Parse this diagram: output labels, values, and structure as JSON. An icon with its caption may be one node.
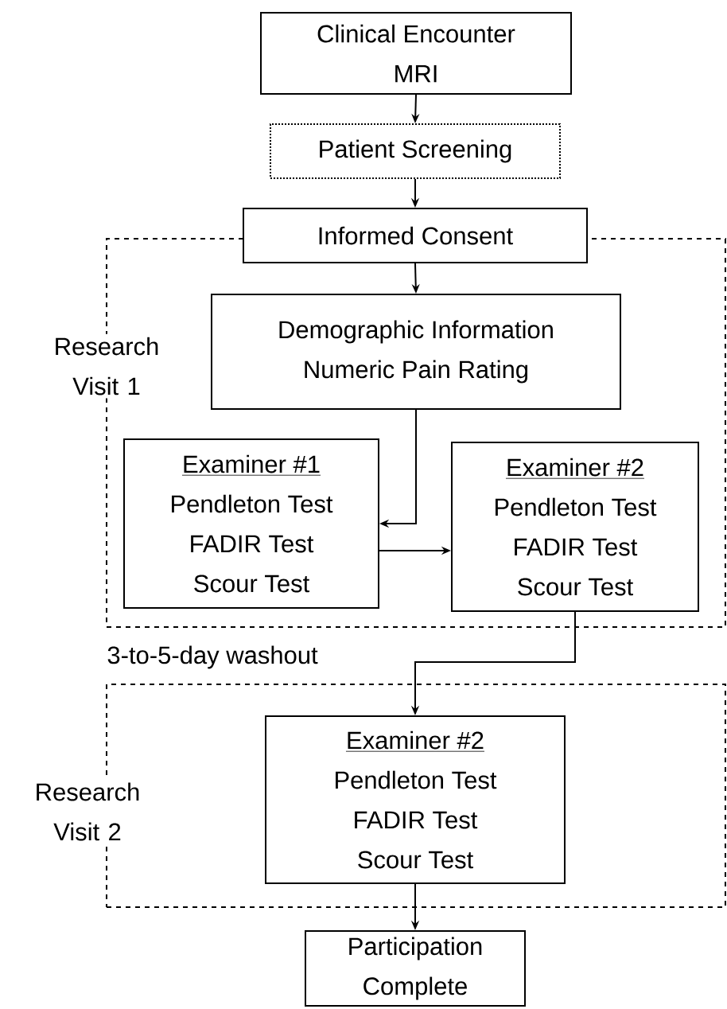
{
  "diagram": {
    "nodes": [
      {
        "text": [
          "Clinical Encounter",
          "MRI"
        ]
      },
      {
        "text": [
          "Patient Screening"
        ]
      },
      {
        "text": [
          "Informed Consent"
        ]
      },
      {
        "text": [
          "Research Visit 1"
        ]
      },
      {
        "text": [
          "Demographic Information",
          "Numeric Pain Rating"
        ],
        "in": 3
      },
      {
        "text": [
          "Examiner #1",
          "Pendleton Test",
          "FADIR Test",
          "Scour Test"
        ],
        "in": 3
      },
      {
        "text": [
          "Examiner #2",
          "Pendleton Test",
          "FADIR Test",
          "Scour Test"
        ],
        "in": 3
      },
      {
        "text": [
          "Research Visit 2"
        ]
      },
      {
        "text": [
          "Examiner #2",
          "Pendleton Test",
          "FADIR Test",
          "Scour Test"
        ],
        "in": 7
      },
      {
        "text": [
          "Participation Complete"
        ]
      }
    ],
    "edges": [
      {
        "from": 0,
        "to": 1,
        "arrow": "to"
      },
      {
        "from": 1,
        "to": 2,
        "arrow": "to"
      },
      {
        "from": 2,
        "to": 4,
        "arrow": "to"
      },
      {
        "from": 4,
        "to": 5,
        "arrow": "to"
      },
      {
        "from": 5,
        "to": 6,
        "arrow": "to"
      },
      {
        "from": 6,
        "to": 8,
        "arrow": "to"
      },
      {
        "from": 8,
        "to": 9,
        "arrow": "to"
      }
    ],
    "labels": [
      "3-to-5-day washout"
    ]
  }
}
